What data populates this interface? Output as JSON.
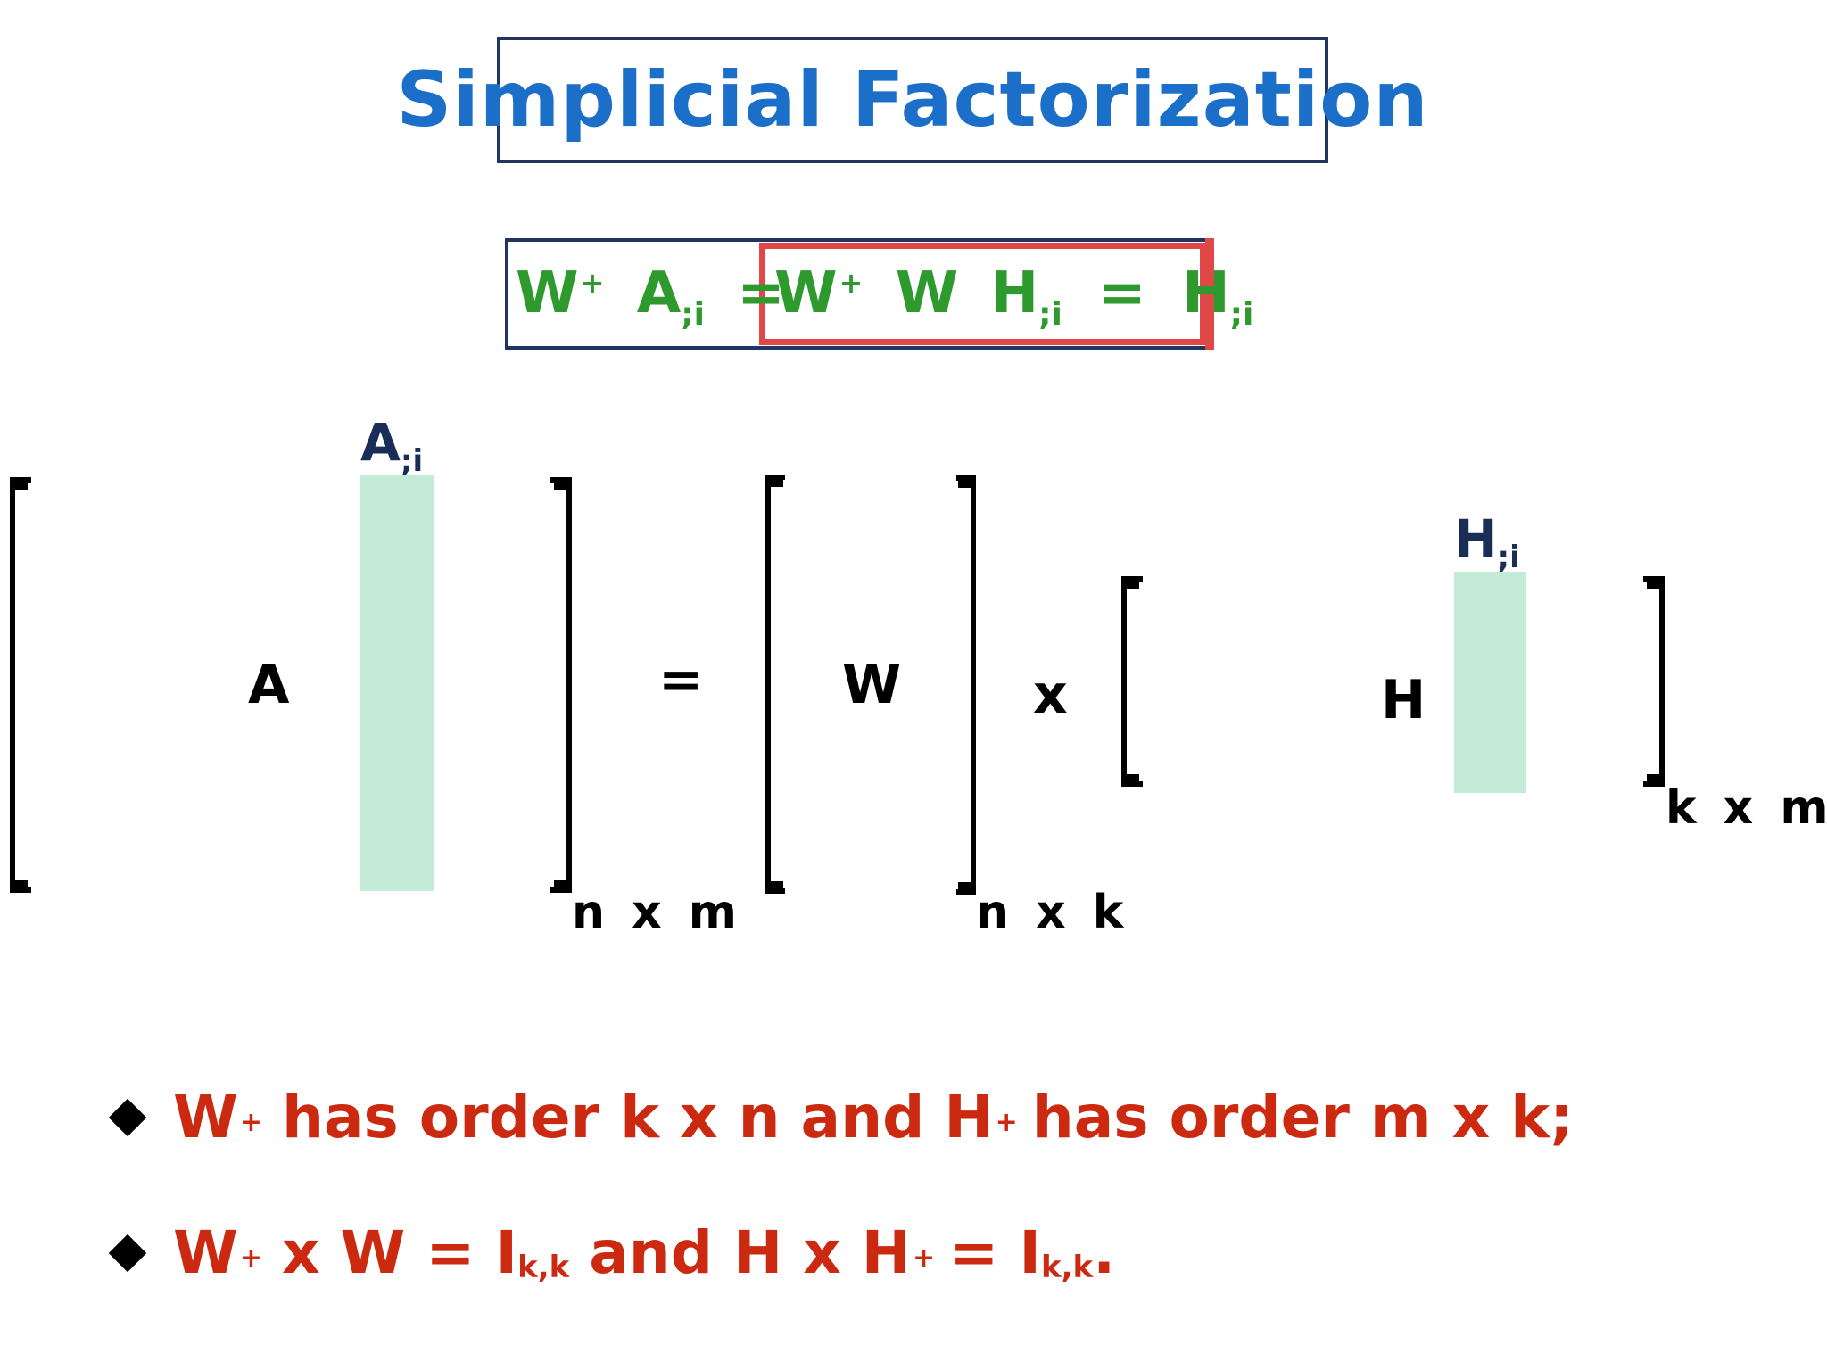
{
  "title": "Simplicial Factorization",
  "formula": {
    "lhs_w": "W",
    "lhs_plus": "+",
    "lhs_a": "A",
    "lhs_sub": ";i",
    "eq1": "=",
    "mid_w": "W",
    "mid_plus": "+",
    "mid_w2": "W",
    "mid_h": "H",
    "mid_sub": ";i",
    "eq2": "=",
    "rhs_h": "H",
    "rhs_sub": ";i"
  },
  "diagram": {
    "a_col_label": "A",
    "a_col_sub": ";i",
    "a_label": "A",
    "a_dim": "n x m",
    "equals": "=",
    "w_label": "W",
    "w_dim": "n x k",
    "times": "x",
    "h_col_label": "H",
    "h_col_sub": ";i",
    "h_label": "H",
    "h_dim": "k x m"
  },
  "bullets": [
    {
      "w": "W",
      "w_plus": "+",
      "text1": "has order k x n and",
      "h": "H",
      "h_plus": "+",
      "text2": "has order m x k;"
    },
    {
      "w": "W",
      "w_plus": "+",
      "text1": "x W = I",
      "sub1": "k,k",
      "text2": "and H x H",
      "h_plus": "+",
      "text3": "= I",
      "sub2": "k,k",
      "text4": "."
    }
  ],
  "colors": {
    "title": "#1c6fc9",
    "frame": "#1f3560",
    "formula": "#2e9a2e",
    "highlight": "#e04848",
    "column": "#c3ebd8",
    "label": "#1a2d57",
    "bullet_text": "#cc2a10"
  }
}
